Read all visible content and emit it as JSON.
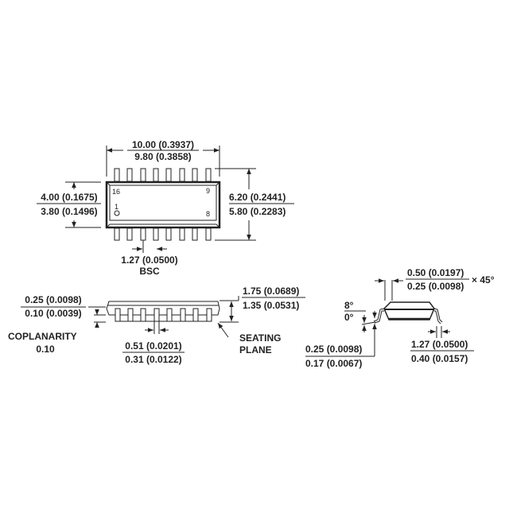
{
  "top_view": {
    "length_max": "10.00 (0.3937)",
    "length_min": "9.80 (0.3858)",
    "body_width_max": "4.00 (0.1675)",
    "body_width_min": "3.80 (0.1496)",
    "overall_width_max": "6.20 (0.2441)",
    "overall_width_min": "5.80 (0.2283)",
    "pitch": "1.27 (0.0500)",
    "pitch_note": "BSC",
    "pin_labels": {
      "p16": "16",
      "p9": "9",
      "p1": "1",
      "p8": "8"
    }
  },
  "side_view": {
    "standoff_max": "0.25 (0.0098)",
    "standoff_min": "0.10 (0.0039)",
    "coplanarity_label": "COPLANARITY",
    "coplanarity_value": "0.10",
    "lead_width_max": "0.51 (0.0201)",
    "lead_width_min": "0.31 (0.0122)",
    "height_max": "1.75 (0.0689)",
    "height_min": "1.35 (0.0531)",
    "seating_label_1": "SEATING",
    "seating_label_2": "PLANE"
  },
  "end_view": {
    "chamfer_max": "0.50 (0.0197)",
    "chamfer_min": "0.25 (0.0098)",
    "chamfer_angle": "× 45°",
    "angle_max": "8°",
    "angle_min": "0°",
    "lead_thickness_max": "0.25 (0.0098)",
    "lead_thickness_min": "0.17 (0.0067)",
    "foot_length_max": "1.27 (0.0500)",
    "foot_length_min": "0.40 (0.0157)"
  }
}
